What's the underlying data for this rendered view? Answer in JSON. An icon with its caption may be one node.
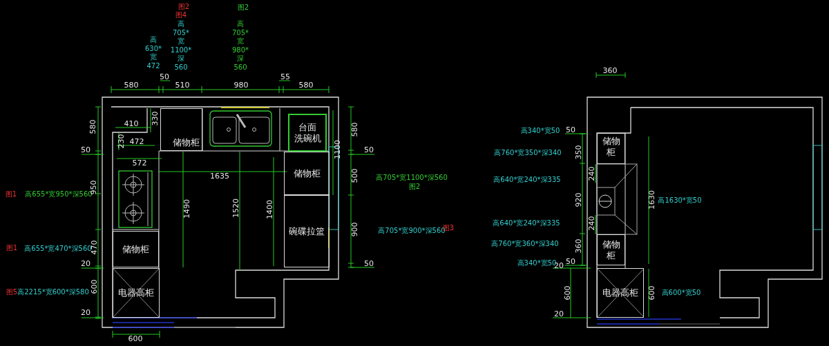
{
  "diagram": {
    "nodes": [
      {
        "text": [
          "储物柜"
        ]
      },
      {
        "text": [
          "台面洗碗机"
        ]
      },
      {
        "text": [
          "储物柜"
        ]
      },
      {
        "text": [
          "碗碟拉篮"
        ]
      },
      {
        "text": [
          "储物柜"
        ]
      },
      {
        "text": [
          "电器高柜"
        ]
      },
      {
        "text": [
          "储物柜"
        ]
      },
      {
        "text": [
          "储物柜"
        ]
      },
      {
        "text": [
          "电器高柜"
        ]
      }
    ],
    "labels": [
      "图2",
      "图4",
      "高705*宽1100*深560",
      "图2",
      "高705*宽980*深560",
      "高630*宽472",
      "580",
      "50",
      "510",
      "980",
      "55",
      "580",
      "580",
      "410",
      "330",
      "230",
      "472",
      "50",
      "580",
      "1100",
      "50",
      "572",
      "1635",
      "500",
      "高705*宽1100*深560",
      "图2",
      "图1",
      "高655*宽950*深560",
      "950",
      "1490",
      "1520",
      "1400",
      "900",
      "高705*宽900*深560",
      "图3",
      "图1",
      "高655*宽470*深560",
      "470",
      "20",
      "50",
      "图5",
      "高2215*宽600*深580",
      "600",
      "20",
      "600",
      "360",
      "高340*宽50",
      "50",
      "高760*宽350*深340",
      "350",
      "高640*宽240*深335",
      "240",
      "920",
      "1630",
      "高1630*宽50",
      "高640*宽240*深335",
      "240",
      "高760*宽360*深340",
      "360",
      "高340*宽50",
      "50",
      "20",
      "600",
      "600",
      "高600*宽50",
      "20"
    ]
  }
}
